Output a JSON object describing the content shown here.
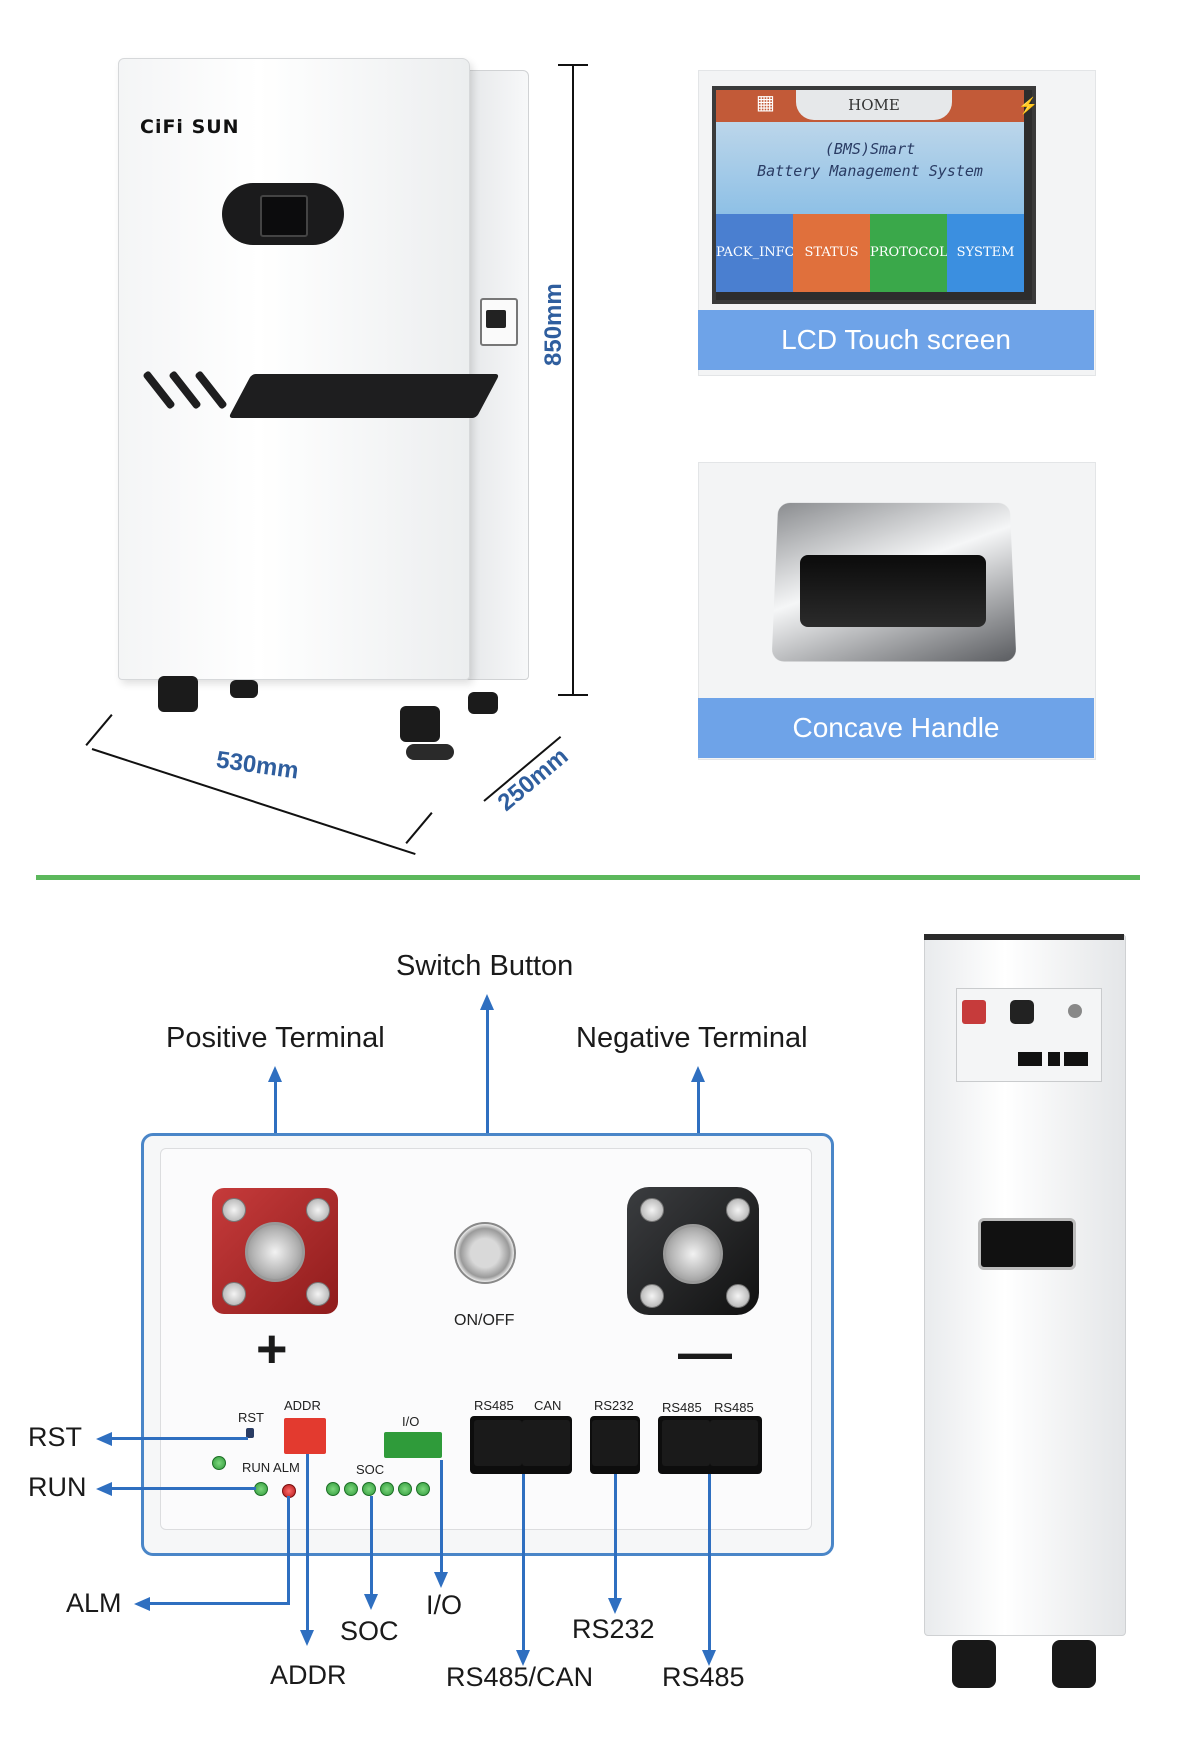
{
  "product": {
    "brand": "CiFi SUN",
    "dimensions": {
      "height": "850mm",
      "width": "530mm",
      "depth": "250mm"
    }
  },
  "features": {
    "lcd": {
      "label": "LCD Touch screen",
      "screen_home": "HOME",
      "screen_title_line1": "(BMS)Smart",
      "screen_title_line2": "Battery Management System",
      "tabs": [
        {
          "label": "PACK_INFO",
          "color": "#4a7fd0"
        },
        {
          "label": "STATUS",
          "color": "#e0703c"
        },
        {
          "label": "PROTOCOL",
          "color": "#3aa84a"
        },
        {
          "label": "SYSTEM",
          "color": "#3b8fe0"
        }
      ]
    },
    "handle": {
      "label": "Concave Handle"
    }
  },
  "panel": {
    "callouts": {
      "switch_button": "Switch Button",
      "positive_terminal": "Positive Terminal",
      "negative_terminal": "Negative Terminal",
      "rst": "RST",
      "run": "RUN",
      "alm": "ALM",
      "addr": "ADDR",
      "soc": "SOC",
      "io": "I/O",
      "rs485_can": "RS485/CAN",
      "rs232": "RS232",
      "rs485": "RS485"
    },
    "silkscreen": {
      "onoff": "ON/OFF",
      "plus": "+",
      "minus": "—",
      "rst": "RST",
      "addr": "ADDR",
      "run_alm": "RUN ALM",
      "soc": "SOC",
      "io": "I/O",
      "rs485_a": "RS485",
      "can": "CAN",
      "rs232": "RS232",
      "rs485_b": "RS485",
      "rs485_c": "RS485"
    }
  },
  "colors": {
    "accent": "#6ea3e8",
    "callout_arrow": "#2f6fc0",
    "divider": "#5cb85c",
    "positive": "#c63b3b"
  }
}
